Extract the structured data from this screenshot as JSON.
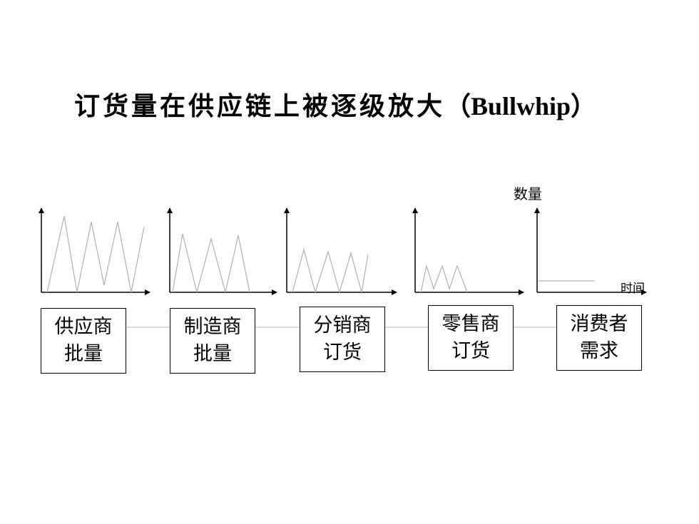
{
  "title": {
    "cn": "订货量在供应链上被逐级放大",
    "latin": "（Bullwhip）"
  },
  "axis_labels": {
    "y": "数量",
    "x": "时间"
  },
  "colors": {
    "axis": "#000000",
    "wave": "#b0b0b0",
    "connector": "#b0b0b0",
    "box_border": "#000000"
  },
  "stages": [
    {
      "line1": "供应商",
      "line2": "批量"
    },
    {
      "line1": "制造商",
      "line2": "批量"
    },
    {
      "line1": "分销商",
      "line2": "订货"
    },
    {
      "line1": "零售商",
      "line2": "订货"
    },
    {
      "line1": "消费者",
      "line2": "需求"
    }
  ]
}
